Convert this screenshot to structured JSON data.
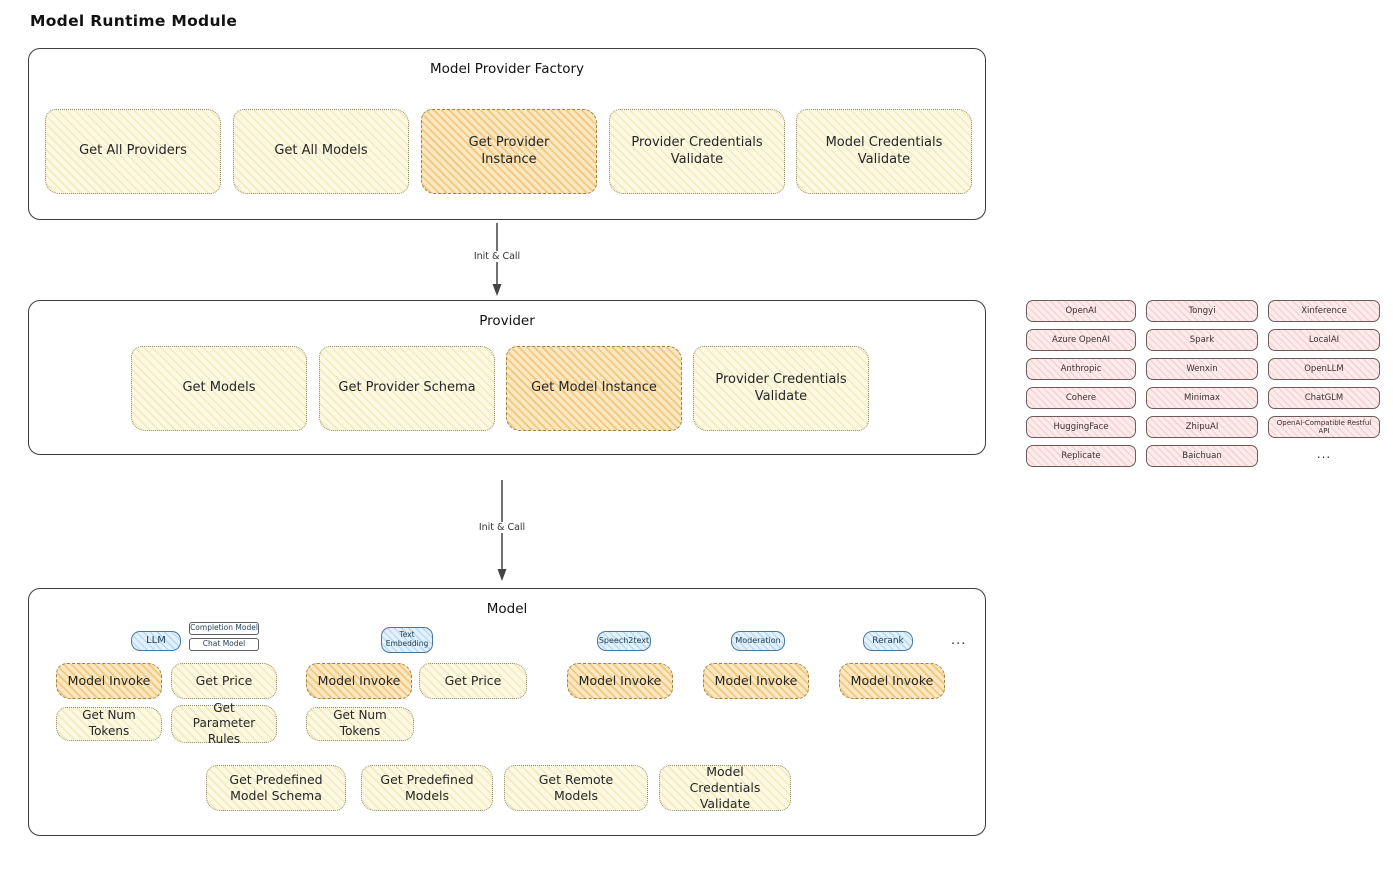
{
  "title": "Model Runtime Module",
  "arrows": [
    {
      "label": "Init & Call"
    },
    {
      "label": "Init & Call"
    }
  ],
  "factory": {
    "title": "Model Provider Factory",
    "items": [
      {
        "label": "Get All Providers"
      },
      {
        "label": "Get All Models"
      },
      {
        "label": "Get Provider Instance"
      },
      {
        "label": "Provider Credentials Validate"
      },
      {
        "label": "Model Credentials Validate"
      }
    ]
  },
  "provider": {
    "title": "Provider",
    "items": [
      {
        "label": "Get Models"
      },
      {
        "label": "Get Provider Schema"
      },
      {
        "label": "Get Model Instance"
      },
      {
        "label": "Provider Credentials Validate"
      }
    ]
  },
  "providers_panel": {
    "col1": [
      "OpenAI",
      "Azure OpenAI",
      "Anthropic",
      "Cohere",
      "HuggingFace",
      "Replicate"
    ],
    "col2": [
      "Tongyi",
      "Spark",
      "Wenxin",
      "Minimax",
      "ZhipuAI",
      "Baichuan"
    ],
    "col3": [
      "Xinference",
      "LocalAI",
      "OpenLLM",
      "ChatGLM",
      "OpenAI-Compatible Restful API"
    ],
    "more": "..."
  },
  "model": {
    "title": "Model",
    "types": {
      "llm": "LLM",
      "completion_model": "Completion Model",
      "chat_model": "Chat Model",
      "text_embedding": "Text Embedding",
      "speech2text": "Speech2text",
      "moderation": "Moderation",
      "rerank": "Rerank",
      "more": "..."
    },
    "ops": {
      "llm_invoke": "Model Invoke",
      "llm_get_price": "Get Price",
      "llm_get_num_tokens": "Get Num Tokens",
      "llm_get_parameter_rules": "Get Parameter Rules",
      "embedding_invoke": "Model Invoke",
      "embedding_get_price": "Get Price",
      "embedding_get_num_tokens": "Get Num Tokens",
      "speech2text_invoke": "Model Invoke",
      "moderation_invoke": "Model Invoke",
      "rerank_invoke": "Model Invoke"
    },
    "bottom_ops": [
      "Get Predefined Model Schema",
      "Get Predefined Models",
      "Get Remote Models",
      "Model Credentials Validate"
    ]
  }
}
